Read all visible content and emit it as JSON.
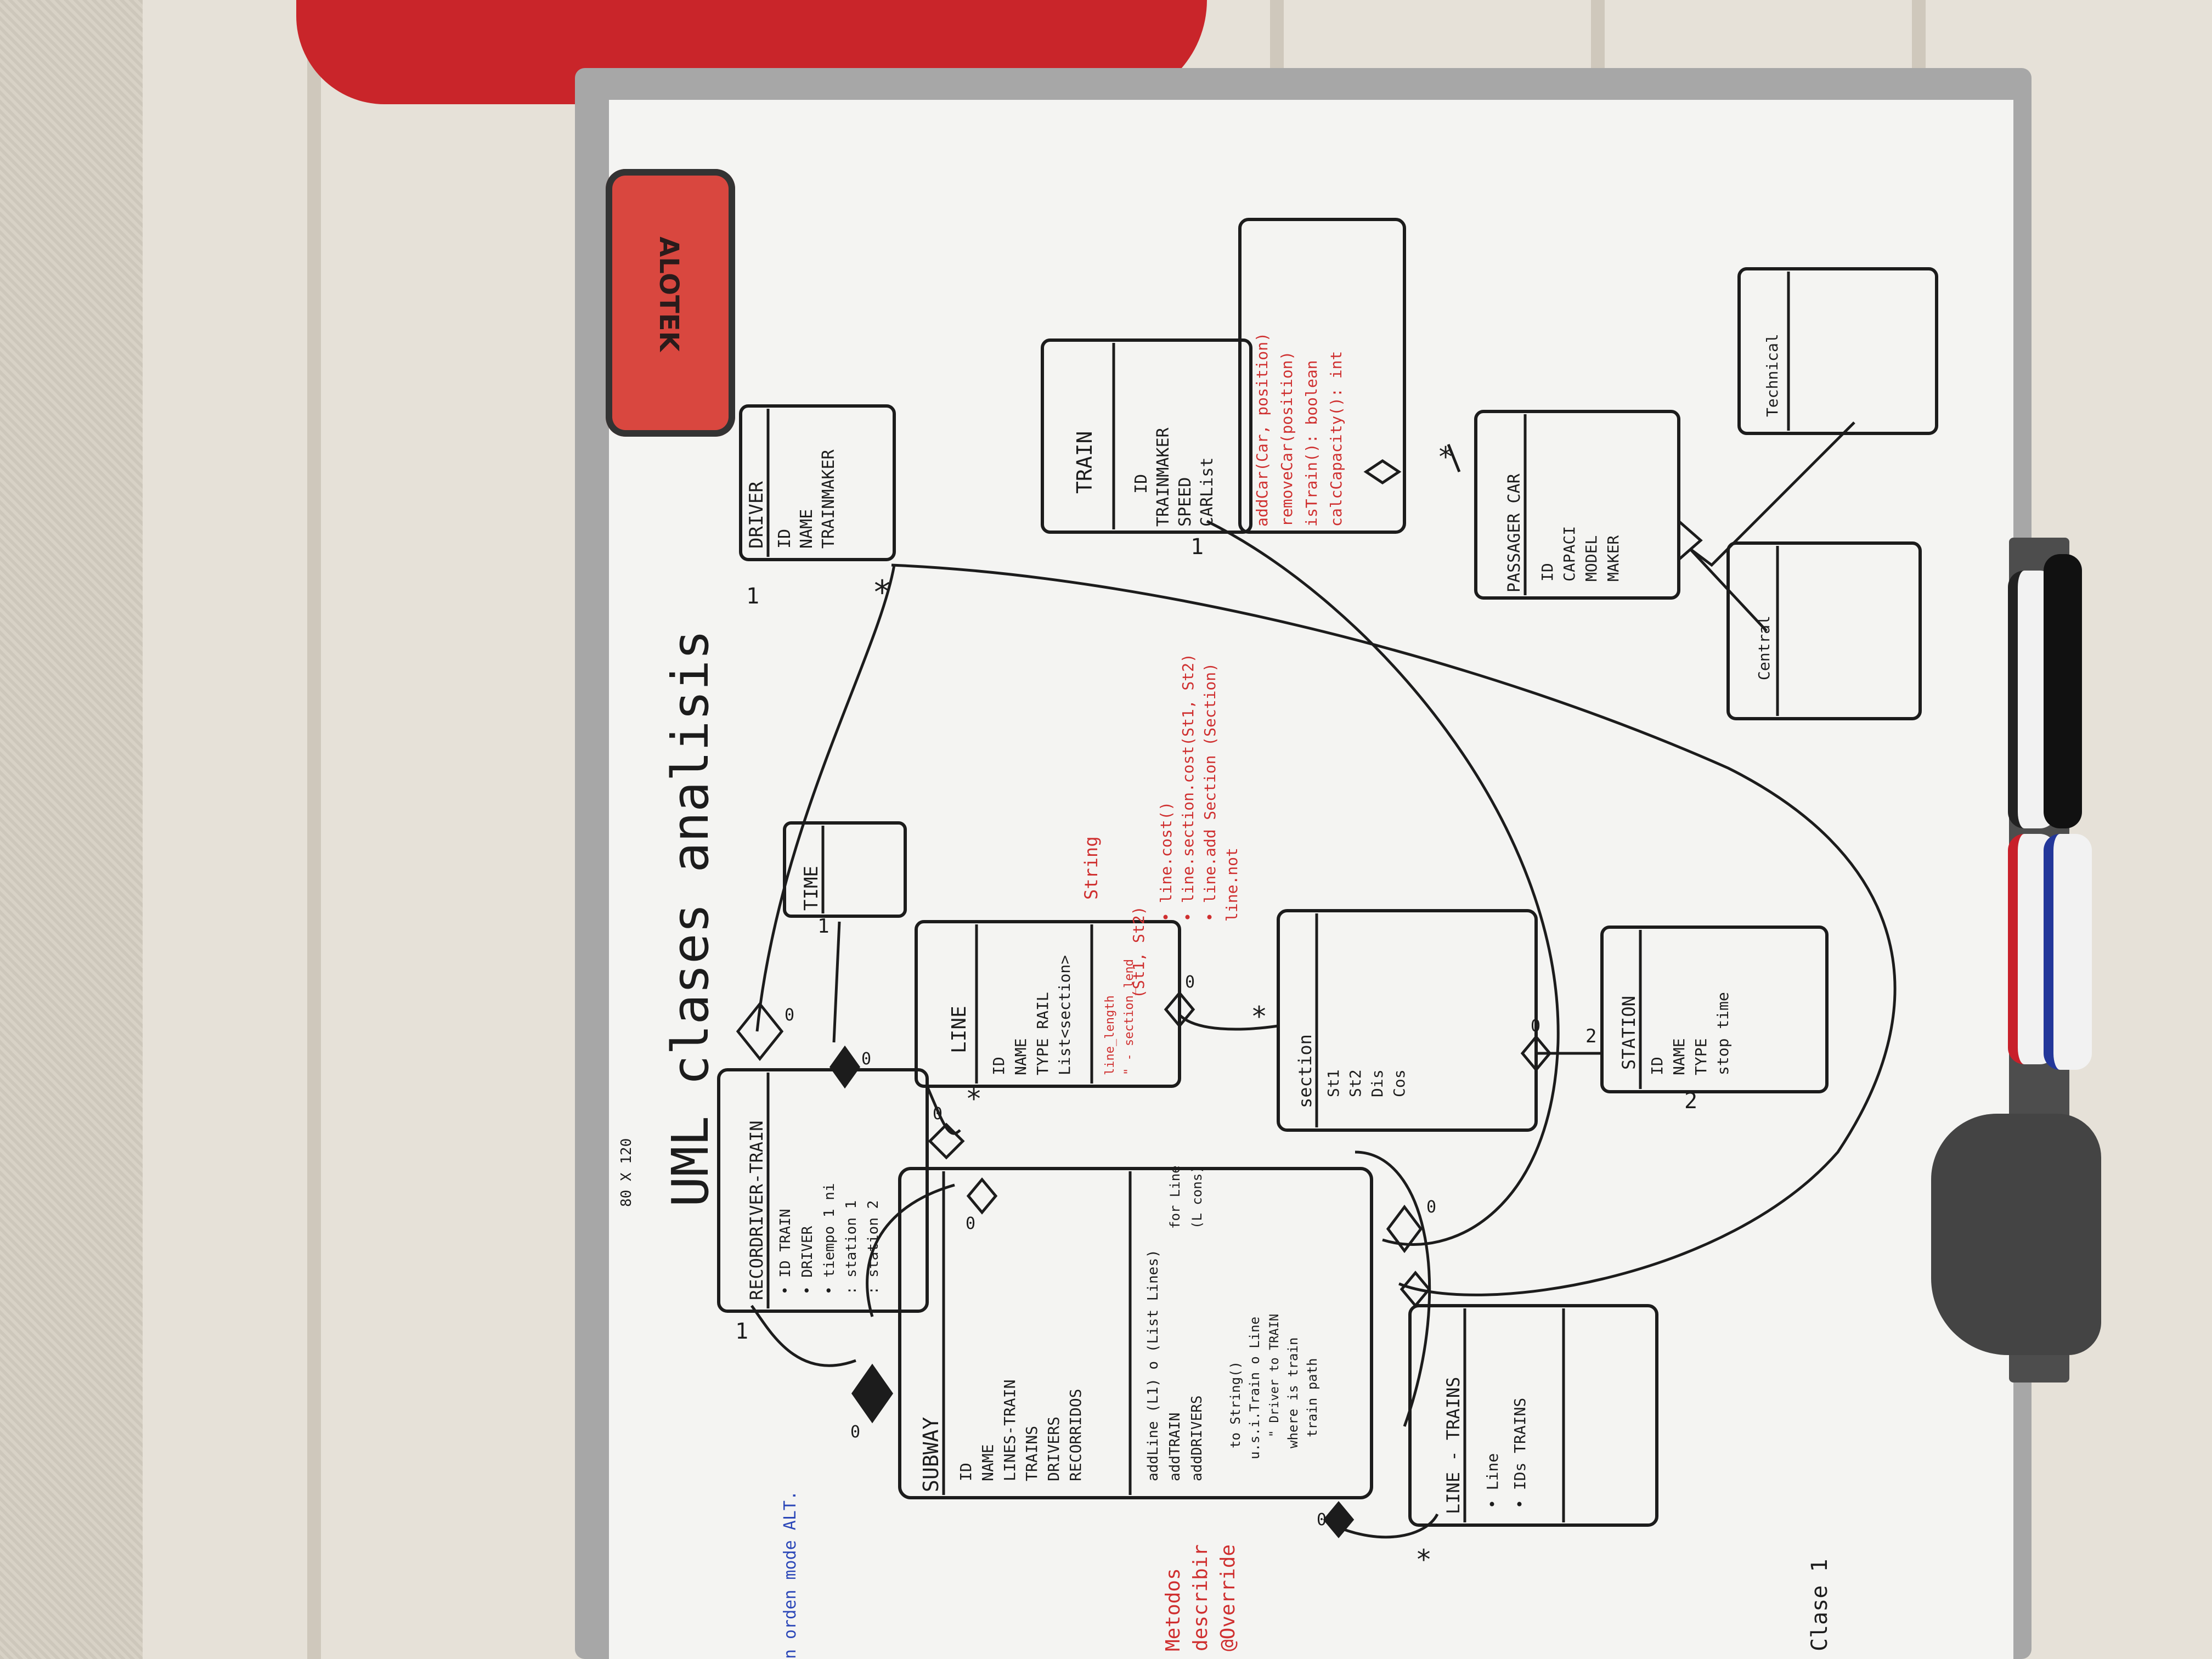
{
  "title": "UML clases analisis",
  "colors": {
    "ink": "#1c1c1c",
    "red_ink": "#cf2f2f",
    "blue_ink": "#2b47b8",
    "board": "#f4f4f2"
  },
  "eraser_brand": "ALOTEK",
  "board_size_label": "80 X 120",
  "classes": {
    "driver": {
      "name": "DRIVER",
      "attrs": [
        "ID",
        "NAME",
        "TRAINMAKER"
      ]
    },
    "train": {
      "name": "TRAIN",
      "attrs": [
        "ID",
        "TRAINMAKER",
        "SPEED",
        "CARList"
      ],
      "methods": [
        "addCar(Car, position)",
        "removeCar(position)",
        "isTrain(): boolean",
        "calcCapacity(): int"
      ]
    },
    "passenger_car": {
      "name": "PASSAGER CAR",
      "attrs": [
        "ID",
        "CAPACI",
        "MODEL",
        "MAKER"
      ]
    },
    "central": {
      "name": "Central"
    },
    "technical": {
      "name": "Technical"
    },
    "time": {
      "name": "TIME"
    },
    "line": {
      "name": "LINE",
      "attrs": [
        "ID",
        "NAME",
        "TYPE RAIL",
        "List<section>"
      ],
      "methods": [
        "line_length",
        "\" - section_lend"
      ]
    },
    "section": {
      "name": "section",
      "attrs": [
        "St1",
        "St2",
        "Dis",
        "Cos"
      ]
    },
    "station": {
      "name": "STATION",
      "attrs": [
        "ID",
        "NAME",
        "TYPE",
        "stop time"
      ]
    },
    "record": {
      "name": "RECORDRIVER-TRAIN",
      "attrs": [
        "• ID TRAIN",
        "• DRIVER",
        "• tiempo 1 ni",
        ": station 1",
        ": station 2"
      ]
    },
    "subway": {
      "name": "SUBWAY",
      "attrs": [
        "ID",
        "NAME",
        "LINES-TRAIN",
        "TRAINS",
        "DRIVERS",
        "RECORRIDOS"
      ],
      "methods": [
        "addLine (L1) o (List Lines)",
        "addTRAIN",
        "addDRIVERS",
        "to String()",
        "u.s.i.Train o Line",
        "\" Driver to TRAIN",
        "where is train",
        "train path"
      ],
      "notes": [
        "for Line",
        "(L cons)"
      ]
    },
    "line_trains": {
      "name": "LINE - TRAINS",
      "attrs": [
        "• Line",
        "• IDs TRAINS"
      ]
    }
  },
  "red_notes": [
    "String",
    "(St1, St2)",
    "• line.cost()",
    "• line.section.cost(St1, St2)",
    "• line.add Section (Section)",
    "line.not"
  ],
  "multiplicities": [
    "1",
    "*",
    "1",
    "*",
    "1",
    "*",
    "1",
    "*",
    "0",
    "0",
    "0",
    "0",
    "0",
    "0",
    "0",
    "0",
    "0",
    "2",
    "2",
    "*"
  ],
  "margin_text": {
    "red_1": "Metodos",
    "red_2": "describir",
    "red_3": "@Override",
    "blue_1": "n orden mode ALT.",
    "black_1": "Clase 1"
  }
}
